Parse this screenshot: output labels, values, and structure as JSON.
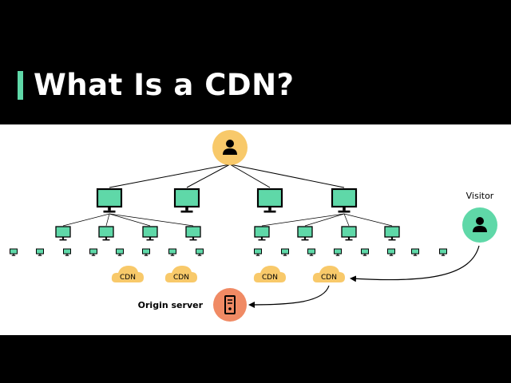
{
  "header": {
    "title": "What Is a CDN?",
    "accent_color": "#5fd8a8",
    "background": "#000000"
  },
  "diagram": {
    "user_icon": "user-icon",
    "visitor_label": "Visitor",
    "visitor_icon": "user-icon",
    "origin_label": "Origin server",
    "origin_icon": "server-icon",
    "cdn_labels": [
      "CDN",
      "CDN",
      "CDN",
      "CDN"
    ],
    "colors": {
      "monitor": "#5fd8a8",
      "user_node": "#f8c96a",
      "visitor_node": "#5fd8a8",
      "origin_node": "#f08a64",
      "cloud": "#f8c96a"
    }
  }
}
